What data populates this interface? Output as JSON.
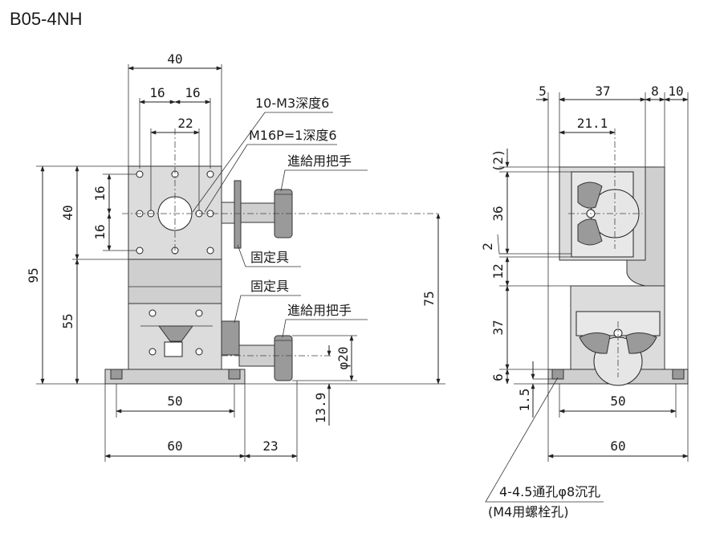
{
  "title": "B05-4NH",
  "front_view": {
    "dims": {
      "top_width": "40",
      "hole_pitch_left": "16",
      "hole_pitch_right": "16",
      "center_span": "22",
      "upper_height": "40",
      "upper_pitch_top": "16",
      "upper_pitch_bottom": "16",
      "total_height": "95",
      "lower_height": "55",
      "handle_height": "75",
      "knob_dia": "φ20",
      "knob_offset": "13.9",
      "base_hole_pitch": "50",
      "base_width": "60",
      "handle_reach": "23"
    },
    "labels": {
      "tapped_holes": "10-M3深度6",
      "center_thread": "M16P=1深度6",
      "feed_handle_upper": "進給用把手",
      "feed_handle_lower": "進給用把手",
      "lock_upper": "固定具",
      "lock_lower": "固定具"
    }
  },
  "side_view": {
    "dims": {
      "offset_left": "5",
      "depth": "37",
      "gap_a": "8",
      "gap_b": "10",
      "center_offset": "21.1",
      "top_margin": "(2)",
      "upper_travel": "36",
      "step": "2",
      "middle": "12",
      "lower": "37",
      "base_thickness": "6",
      "counterbore_depth": "1.5",
      "base_hole_pitch": "50",
      "base_width": "60"
    },
    "labels": {
      "mounting_holes": "4-4.5通孔φ8沉孔",
      "bolt_note": "(M4用螺栓孔)"
    }
  }
}
